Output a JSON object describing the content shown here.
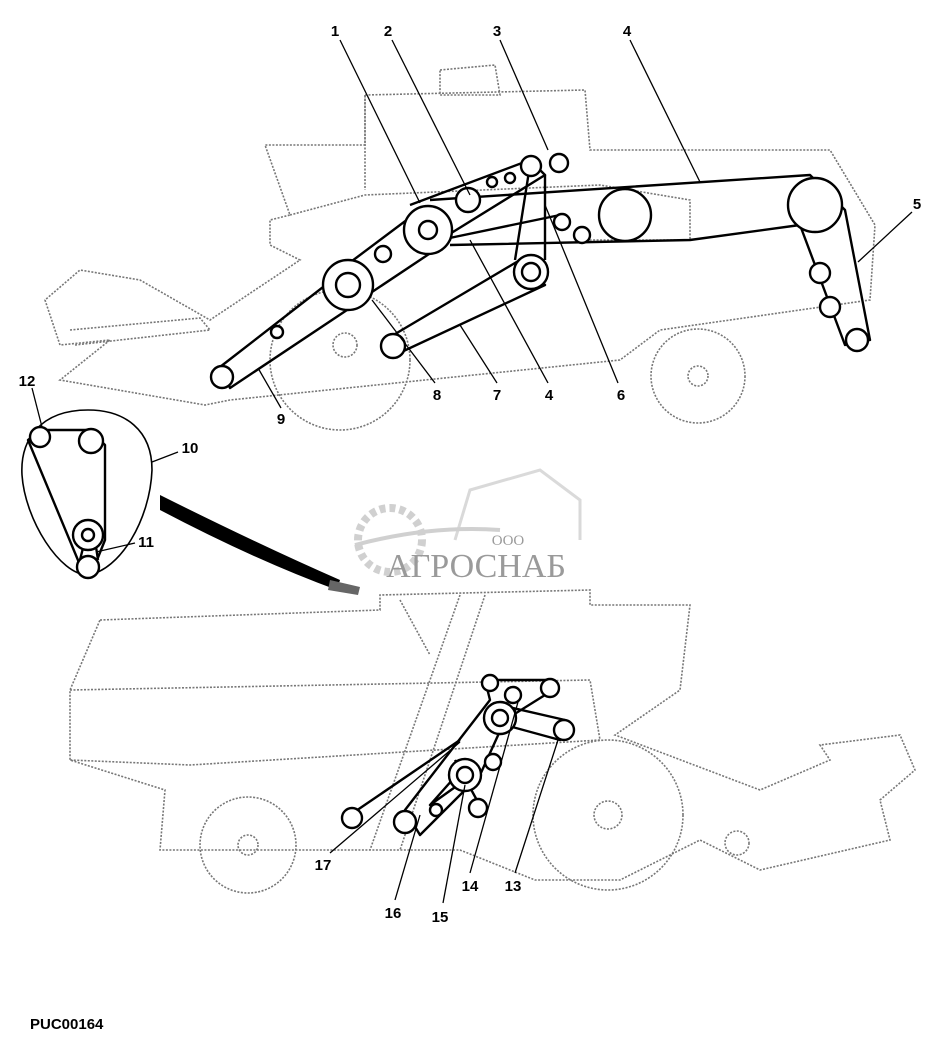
{
  "diagram": {
    "callouts": [
      "1",
      "2",
      "3",
      "4",
      "5",
      "6",
      "4",
      "7",
      "8",
      "9",
      "10",
      "11",
      "12",
      "13",
      "14",
      "15",
      "16",
      "17"
    ],
    "code": "PUC00164"
  },
  "watermark": {
    "prefix": "ООО",
    "name": "АГРОСНАБ"
  },
  "colors": {
    "lines": "#000000",
    "outline": "#777777",
    "watermark": "#9a9a9a"
  }
}
